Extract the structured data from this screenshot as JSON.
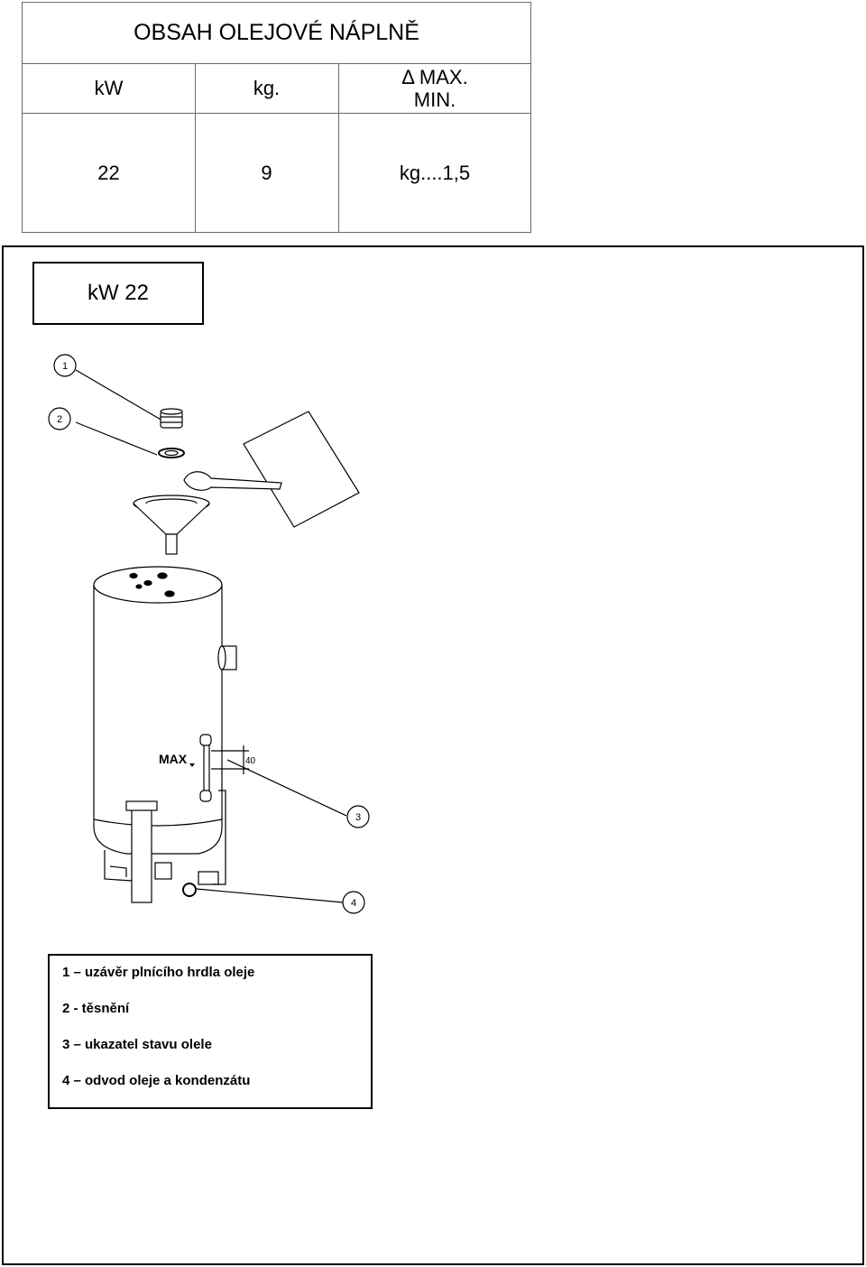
{
  "table": {
    "title": "OBSAH OLEJOVÉ NÁPLNĚ",
    "headers": [
      "kW",
      "kg.",
      "Δ MAX.\nMIN."
    ],
    "row": [
      "22",
      "9",
      "kg....1,5"
    ]
  },
  "panel": {
    "kw_label": "kW 22"
  },
  "drawing": {
    "callouts": [
      "1",
      "2",
      "3",
      "4"
    ],
    "max_label": "MAX",
    "dim_label": "40"
  },
  "legend": {
    "items": [
      "1 – uzávěr plnícího hrdla oleje",
      "2 - těsnění",
      "3 – ukazatel stavu olele",
      "4 – odvod oleje a kondenzátu"
    ]
  }
}
